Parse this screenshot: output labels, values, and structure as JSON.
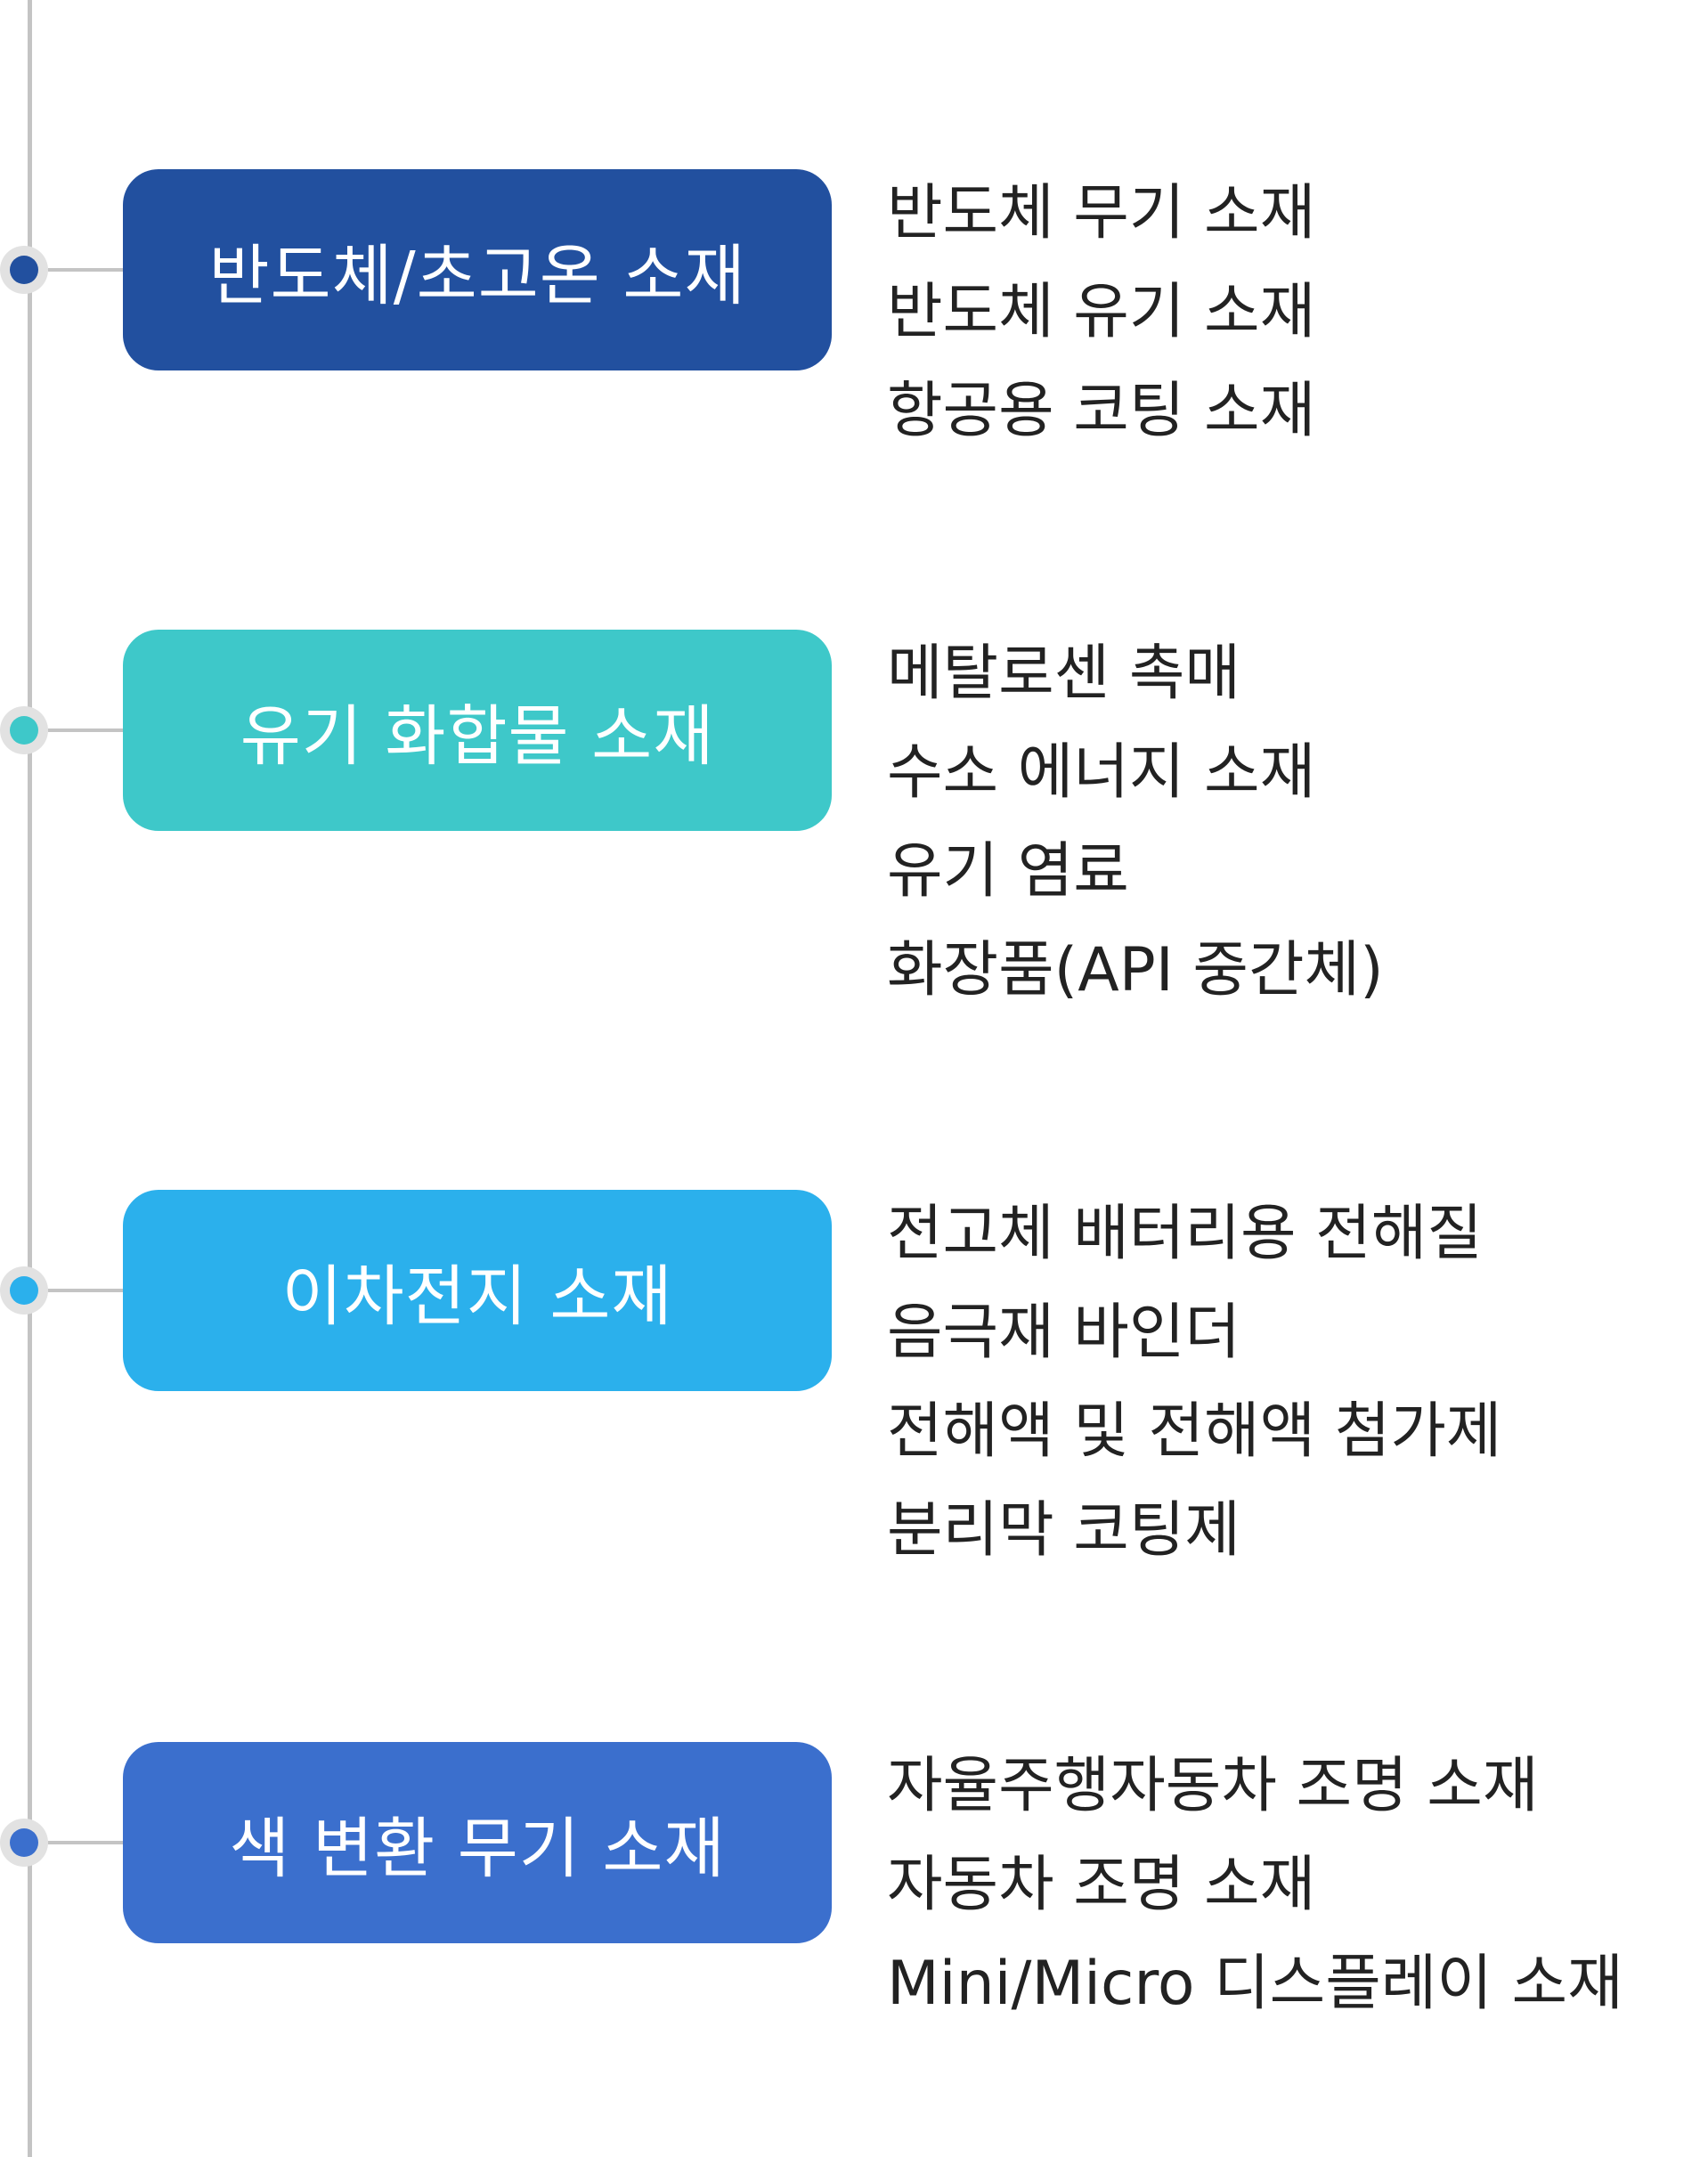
{
  "colors": {
    "line": "#c4c4c4",
    "node_ring": "#e2e2e2",
    "text": "#222222"
  },
  "sections": [
    {
      "title": "반도체/초고온 소재",
      "color": "#22509f",
      "items": [
        "반도체 무기 소재",
        "반도체 유기 소재",
        "항공용 코팅 소재"
      ]
    },
    {
      "title": "유기 화합물 소재",
      "color": "#3ec8c9",
      "items": [
        "메탈로센 촉매",
        "수소 에너지 소재",
        "유기 염료",
        "화장품(API 중간체)"
      ]
    },
    {
      "title": "이차전지 소재",
      "color": "#2bb0ec",
      "items": [
        "전고체 배터리용 전해질",
        "음극재 바인더",
        "전해액 및 전해액 첨가제",
        "분리막 코팅제"
      ]
    },
    {
      "title": "색 변환 무기 소재",
      "color": "#3b6fcd",
      "items": [
        "자율주행자동차 조명 소재",
        "자동차 조명 소재",
        "Mini/Micro 디스플레이 소재"
      ]
    }
  ]
}
